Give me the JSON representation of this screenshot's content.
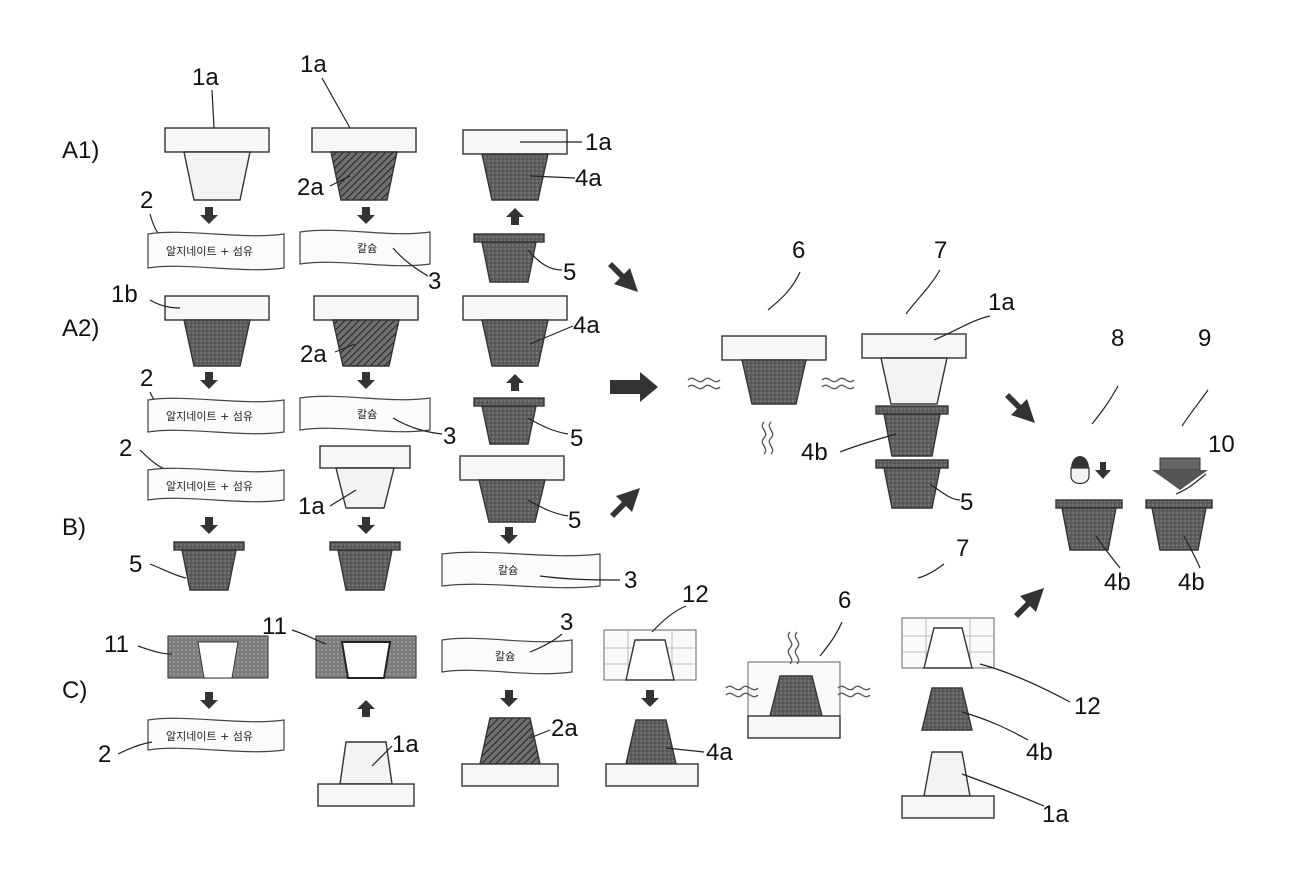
{
  "rows": {
    "a1": "A1)",
    "a2": "A2)",
    "b": "B)",
    "c": "C)"
  },
  "labels": {
    "1a": "1a",
    "1b": "1b",
    "2": "2",
    "2a": "2a",
    "3": "3",
    "4a": "4a",
    "4b": "4b",
    "5": "5",
    "6": "6",
    "7": "7",
    "8": "8",
    "9": "9",
    "10": "10",
    "11": "11",
    "12": "12"
  },
  "sheets": {
    "alginate_fiber": "알지네이트 + 섬유",
    "calcium": "칼슘"
  },
  "colors": {
    "ink": "#333333",
    "dark_fill": "#6a6a6a",
    "light_fill": "#f3f3f3"
  }
}
